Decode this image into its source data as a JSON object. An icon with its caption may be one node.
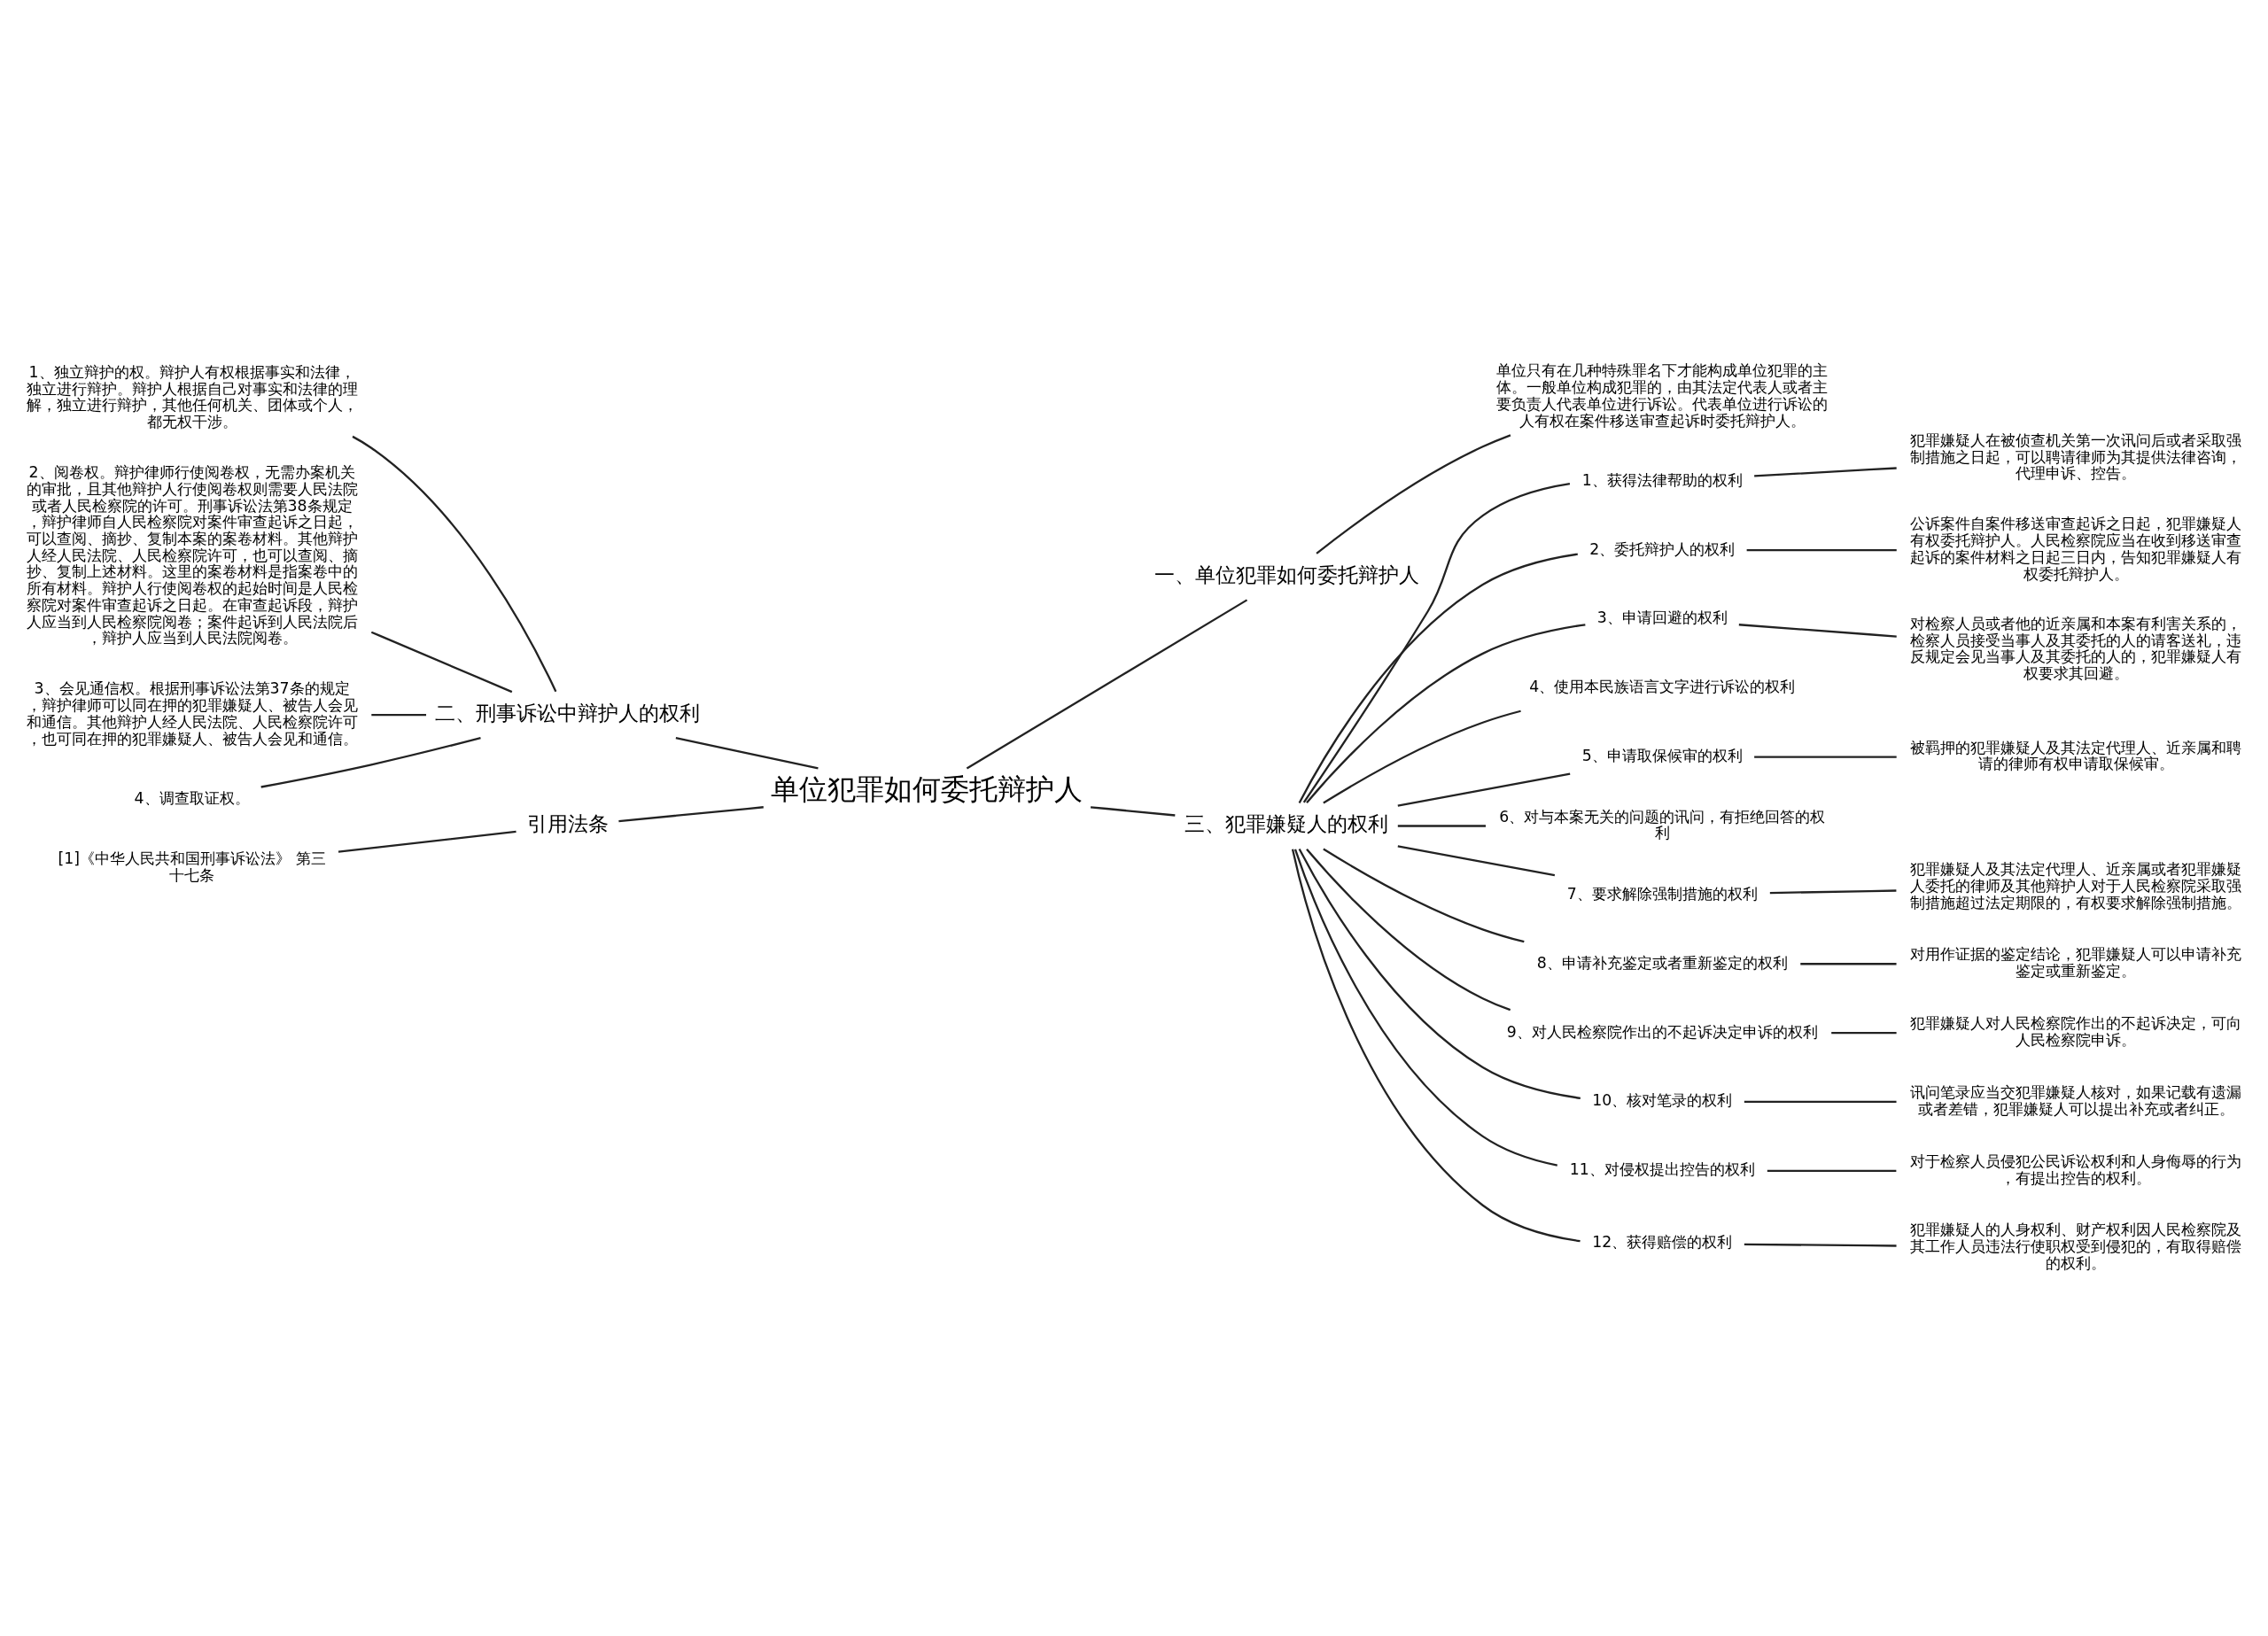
{
  "diagram": {
    "nodes": [
      {
        "text": [
          "单位犯罪如何委托辩护人"
        ]
      },
      {
        "text": [
          "一、单位犯罪如何委托辩护人"
        ]
      },
      {
        "text": [
          "单位只有在几种特殊罪名下才能构成单位犯罪的主体。一般单位构成犯罪的，由其法定代表人或者主要负责人代表单位进行诉讼。代表单位进行诉讼的人有权在案件移送审查起诉时委托辩护人。"
        ]
      },
      {
        "text": [
          "二、刑事诉讼中辩护人的权利"
        ]
      },
      {
        "text": [
          "1、独立辩护的权。辩护人有权根据事实和法律，独立进行辩护。辩护人根据自己对事实和法律的理解，独立进行辩护，其他任何机关、团体或个人，都无权干涉。"
        ]
      },
      {
        "text": [
          "2、阅卷权。辩护律师行使阅卷权，无需办案机关的审批，且其他辩护人行使阅卷权则需要人民法院或者人民检察院的许可。刑事诉讼法第38条规定，辩护律师自人民检察院对案件审查起诉之日起，可以查阅、摘抄、复制本案的案卷材料。其他辩护人经人民法院、人民检察院许可，也可以查阅、摘抄、复制上述材料。这里的案卷材料是指案卷中的所有材料。辩护人行使阅卷权的起始时间是人民检察院对案件审查起诉之日起。在审查起诉段，辩护人应当到人民检察院阅卷；案件起诉到人民法院后，辩护人应当到人民法院阅卷。"
        ]
      },
      {
        "text": [
          "3、会见通信权。根据刑事诉讼法第37条的规定，辩护律师可以同在押的犯罪嫌疑人、被告人会见和通信。其他辩护人经人民法院、人民检察院许可，也可同在押的犯罪嫌疑人、被告人会见和通信。"
        ]
      },
      {
        "text": [
          "4、调查取证权。"
        ]
      },
      {
        "text": [
          "引用法条"
        ]
      },
      {
        "text": [
          "[1]《中华人民共和国刑事诉讼法》 第三十七条"
        ]
      },
      {
        "text": [
          "三、犯罪嫌疑人的权利"
        ]
      },
      {
        "text": [
          "1、获得法律帮助的权利"
        ]
      },
      {
        "text": [
          "犯罪嫌疑人在被侦查机关第一次讯问后或者采取强制措施之日起，可以聘请律师为其提供法律咨询，代理申诉、控告。"
        ]
      },
      {
        "text": [
          "2、委托辩护人的权利"
        ]
      },
      {
        "text": [
          "公诉案件自案件移送审查起诉之日起，犯罪嫌疑人有权委托辩护人。人民检察院应当在收到移送审查起诉的案件材料之日起三日内，告知犯罪嫌疑人有权委托辩护人。"
        ]
      },
      {
        "text": [
          "3、申请回避的权利"
        ]
      },
      {
        "text": [
          "对检察人员或者他的近亲属和本案有利害关系的，检察人员接受当事人及其委托的人的请客送礼，违反规定会见当事人及其委托的人的，犯罪嫌疑人有权要求其回避。"
        ]
      },
      {
        "text": [
          "4、使用本民族语言文字进行诉讼的权利"
        ]
      },
      {
        "text": [
          "5、申请取保候审的权利"
        ]
      },
      {
        "text": [
          "被羁押的犯罪嫌疑人及其法定代理人、近亲属和聘请的律师有权申请取保候审。"
        ]
      },
      {
        "text": [
          "6、对与本案无关的问题的讯问，有拒绝回答的权利"
        ]
      },
      {
        "text": [
          "7、要求解除强制措施的权利"
        ]
      },
      {
        "text": [
          "犯罪嫌疑人及其法定代理人、近亲属或者犯罪嫌疑人委托的律师及其他辩护人对于人民检察院采取强制措施超过法定期限的，有权要求解除强制措施。"
        ]
      },
      {
        "text": [
          "8、申请补充鉴定或者重新鉴定的权利"
        ]
      },
      {
        "text": [
          "对用作证据的鉴定结论，犯罪嫌疑人可以申请补充鉴定或重新鉴定。"
        ]
      },
      {
        "text": [
          "9、对人民检察院作出的不起诉决定申诉的权利"
        ]
      },
      {
        "text": [
          "犯罪嫌疑人对人民检察院作出的不起诉决定，可向人民检察院申诉。"
        ]
      },
      {
        "text": [
          "10、核对笔录的权利"
        ]
      },
      {
        "text": [
          "讯问笔录应当交犯罪嫌疑人核对，如果记载有遗漏或者差错，犯罪嫌疑人可以提出补充或者纠正。"
        ]
      },
      {
        "text": [
          "11、对侵权提出控告的权利"
        ]
      },
      {
        "text": [
          "对于检察人员侵犯公民诉讼权利和人身侮辱的行为，有提出控告的权利。"
        ]
      },
      {
        "text": [
          "12、获得赔偿的权利"
        ]
      },
      {
        "text": [
          "犯罪嫌疑人的人身权利、财产权利因人民检察院及其工作人员违法行使职权受到侵犯的，有取得赔偿的权利。"
        ]
      }
    ],
    "edges": [
      {
        "from": 0,
        "to": 1,
        "arrow": "none"
      },
      {
        "from": 1,
        "to": 2,
        "arrow": "none"
      },
      {
        "from": 0,
        "to": 3,
        "arrow": "none"
      },
      {
        "from": 3,
        "to": 4,
        "arrow": "none"
      },
      {
        "from": 3,
        "to": 5,
        "arrow": "none"
      },
      {
        "from": 3,
        "to": 6,
        "arrow": "none"
      },
      {
        "from": 3,
        "to": 7,
        "arrow": "none"
      },
      {
        "from": 0,
        "to": 8,
        "arrow": "none"
      },
      {
        "from": 8,
        "to": 9,
        "arrow": "none"
      },
      {
        "from": 0,
        "to": 10,
        "arrow": "none"
      },
      {
        "from": 10,
        "to": 11,
        "arrow": "none"
      },
      {
        "from": 11,
        "to": 12,
        "arrow": "none"
      },
      {
        "from": 10,
        "to": 13,
        "arrow": "none"
      },
      {
        "from": 13,
        "to": 14,
        "arrow": "none"
      },
      {
        "from": 10,
        "to": 15,
        "arrow": "none"
      },
      {
        "from": 15,
        "to": 16,
        "arrow": "none"
      },
      {
        "from": 10,
        "to": 17,
        "arrow": "none"
      },
      {
        "from": 10,
        "to": 18,
        "arrow": "none"
      },
      {
        "from": 18,
        "to": 19,
        "arrow": "none"
      },
      {
        "from": 10,
        "to": 20,
        "arrow": "none"
      },
      {
        "from": 10,
        "to": 21,
        "arrow": "none"
      },
      {
        "from": 21,
        "to": 22,
        "arrow": "none"
      },
      {
        "from": 10,
        "to": 23,
        "arrow": "none"
      },
      {
        "from": 23,
        "to": 24,
        "arrow": "none"
      },
      {
        "from": 10,
        "to": 25,
        "arrow": "none"
      },
      {
        "from": 25,
        "to": 26,
        "arrow": "none"
      },
      {
        "from": 10,
        "to": 27,
        "arrow": "none"
      },
      {
        "from": 27,
        "to": 28,
        "arrow": "none"
      },
      {
        "from": 10,
        "to": 29,
        "arrow": "none"
      },
      {
        "from": 29,
        "to": 30,
        "arrow": "none"
      },
      {
        "from": 10,
        "to": 31,
        "arrow": "none"
      },
      {
        "from": 31,
        "to": 32,
        "arrow": "none"
      }
    ]
  }
}
